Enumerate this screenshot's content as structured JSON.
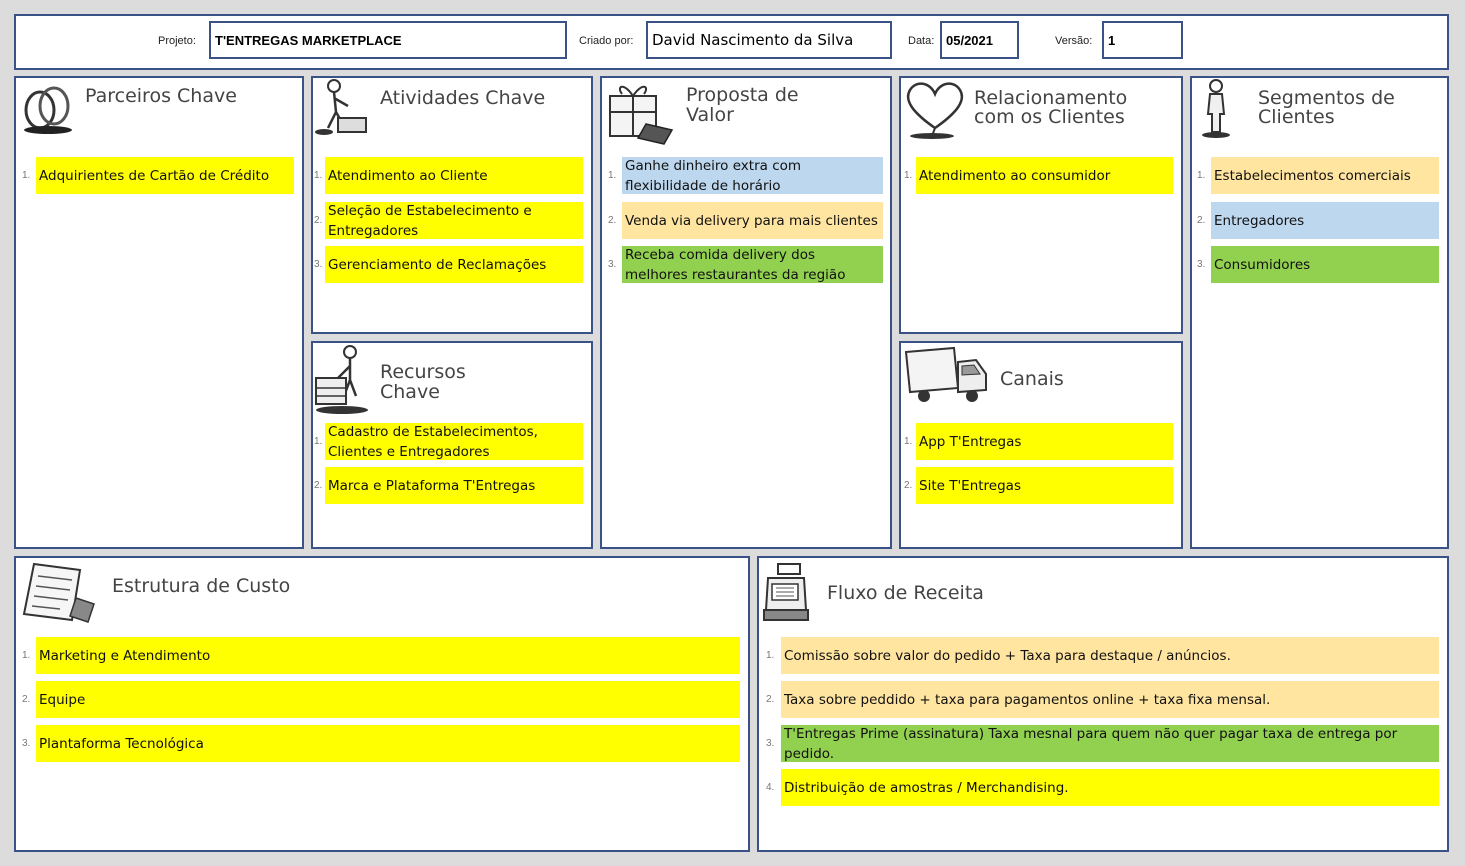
{
  "header": {
    "projeto_label": "Projeto:",
    "projeto_value": "T'ENTREGAS MARKETPLACE",
    "criado_label": "Criado por:",
    "criado_value": "David Nascimento da Silva",
    "data_label": "Data:",
    "data_value": "05/2021",
    "versao_label": "Versão:",
    "versao_value": "1"
  },
  "parceiros": {
    "title": "Parceiros Chave",
    "items": [
      "Adquirientes de Cartão de Crédito"
    ],
    "colors": [
      "#ffff00"
    ]
  },
  "atividades": {
    "title": "Atividades Chave",
    "items": [
      "Atendimento ao Cliente",
      "Seleção de Estabelecimento e Entregadores",
      "Gerenciamento de Reclamações"
    ],
    "colors": [
      "#ffff00",
      "#ffff00",
      "#ffff00"
    ]
  },
  "recursos": {
    "title_line1": "Recursos",
    "title_line2": "Chave",
    "items": [
      "Cadastro de Estabelecimentos, Clientes e Entregadores",
      "Marca e Plataforma T'Entregas"
    ],
    "colors": [
      "#ffff00",
      "#ffff00"
    ]
  },
  "proposta": {
    "title_line1": "Proposta de",
    "title_line2": "Valor",
    "items": [
      "Ganhe dinheiro extra com flexibilidade de horário",
      "Venda via delivery para mais clientes",
      "Receba comida delivery dos melhores restaurantes da região"
    ],
    "colors": [
      "#bdd7ee",
      "#ffe5a0",
      "#92d050"
    ]
  },
  "relacionamento": {
    "title_line1": "Relacionamento",
    "title_line2": "com os Clientes",
    "items": [
      "Atendimento ao consumidor"
    ],
    "colors": [
      "#ffff00"
    ]
  },
  "canais": {
    "title": "Canais",
    "items": [
      "App T'Entregas",
      "Site T'Entregas"
    ],
    "colors": [
      "#ffff00",
      "#ffff00"
    ]
  },
  "segmentos": {
    "title_line1": "Segmentos de",
    "title_line2": "Clientes",
    "items": [
      "Estabelecimentos comerciais",
      "Entregadores",
      "Consumidores"
    ],
    "colors": [
      "#ffe5a0",
      "#bdd7ee",
      "#92d050"
    ]
  },
  "custo": {
    "title": "Estrutura de Custo",
    "items": [
      "Marketing e Atendimento",
      "Equipe",
      "Plantaforma Tecnológica"
    ],
    "colors": [
      "#ffff00",
      "#ffff00",
      "#ffff00"
    ]
  },
  "receita": {
    "title": "Fluxo de Receita",
    "items": [
      "Comissão sobre valor do pedido + Taxa para destaque / anúncios.",
      "Taxa sobre peddido + taxa para pagamentos online + taxa fixa mensal.",
      "T'Entregas Prime (assinatura) Taxa mesnal para quem não quer pagar taxa de entrega por pedido.",
      "Distribuição de amostras / Merchandising."
    ],
    "colors": [
      "#ffe5a0",
      "#ffe5a0",
      "#92d050",
      "#ffff00"
    ]
  },
  "numbers": [
    "1.",
    "2.",
    "3.",
    "4."
  ]
}
